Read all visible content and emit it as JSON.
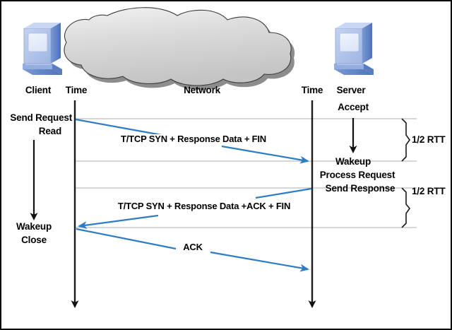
{
  "diagram": {
    "title_alt": "T/TCP transaction timing diagram",
    "nodes": {
      "client": {
        "label": "Client",
        "icon": "computer-icon"
      },
      "network": {
        "label": "Network",
        "icon": "cloud-icon"
      },
      "server": {
        "label": "Server",
        "icon": "computer-icon"
      }
    },
    "axes": {
      "client_time": "Time",
      "server_time": "Time"
    },
    "client_events": [
      {
        "id": "send-request",
        "label": "Send Request"
      },
      {
        "id": "read",
        "label": "Read"
      },
      {
        "id": "wakeup",
        "label": "Wakeup"
      },
      {
        "id": "close",
        "label": "Close"
      }
    ],
    "server_events": [
      {
        "id": "accept",
        "label": "Accept"
      },
      {
        "id": "wakeup",
        "label": "Wakeup"
      },
      {
        "id": "process-request",
        "label": "Process Request"
      },
      {
        "id": "send-response",
        "label": "Send Response"
      }
    ],
    "messages": [
      {
        "id": "msg-1",
        "label": "T/TCP SYN + Response Data + FIN",
        "direction": "client-to-server"
      },
      {
        "id": "msg-2",
        "label": "T/TCP SYN + Response Data +ACK + FIN",
        "direction": "server-to-client"
      },
      {
        "id": "msg-3",
        "label": "ACK",
        "direction": "client-to-server"
      }
    ],
    "annotations": [
      {
        "id": "rtt-top",
        "label": "1/2 RTT"
      },
      {
        "id": "rtt-bottom",
        "label": "1/2 RTT"
      }
    ],
    "colors": {
      "arrow_blue": "#2E7DC4",
      "cloud_fill": "#D4D4D4",
      "cloud_edge": "#3A3A3A",
      "computer_face": "#AFC3E8",
      "computer_side": "#5C7FC4",
      "computer_screen": "#E4EBF8",
      "timeline": "#1A1A1A",
      "guide": "#ACACAC",
      "border": "#000000"
    }
  }
}
